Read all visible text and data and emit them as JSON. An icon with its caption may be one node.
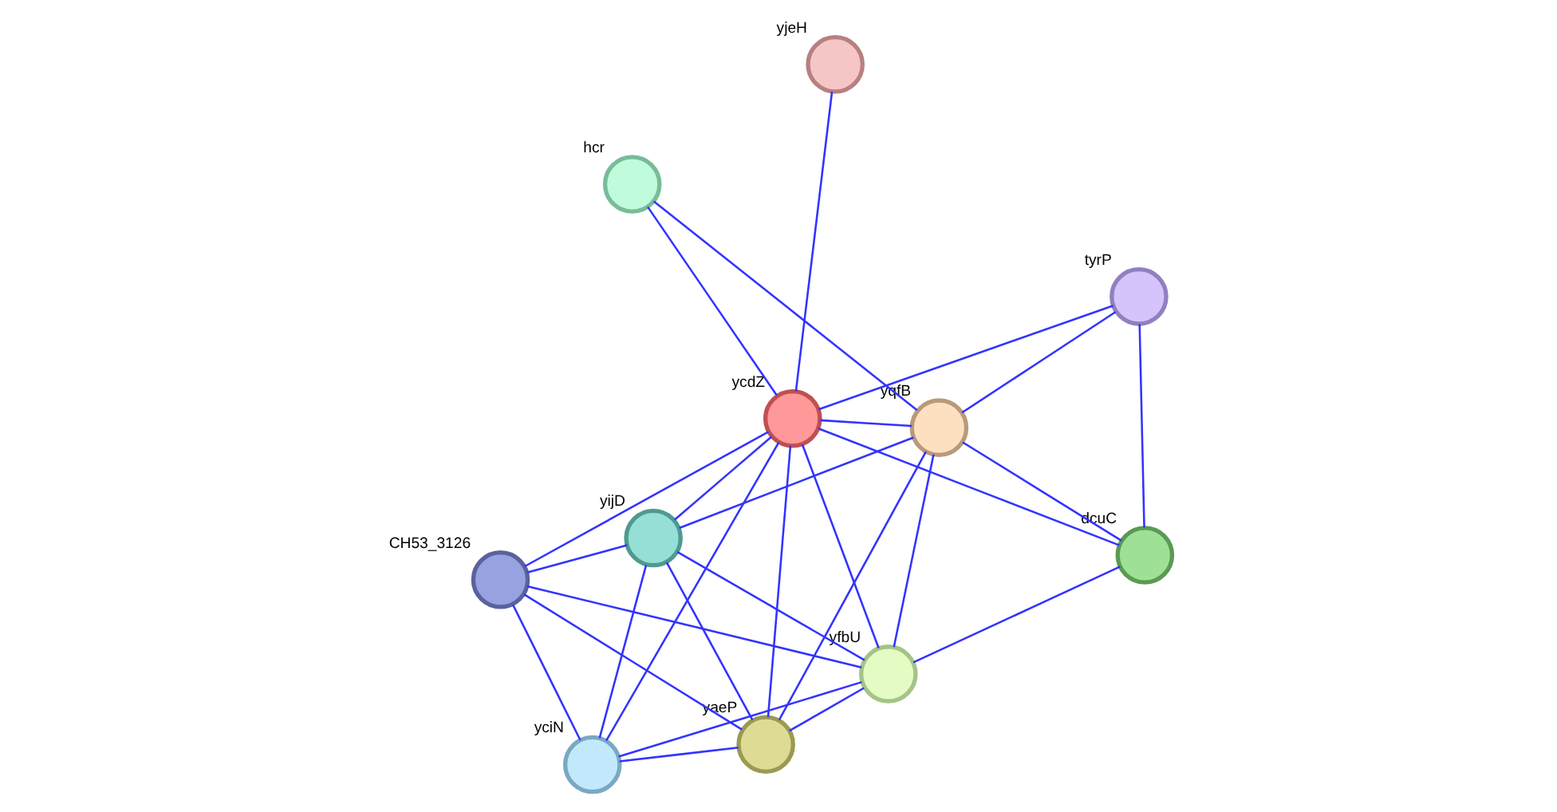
{
  "diagram": {
    "nodes": [
      {
        "text": [],
        "shape": "circle",
        "beside": [
          "CH53_3126"
        ]
      },
      {
        "text": [],
        "shape": "circle",
        "beside": [
          "yciN"
        ]
      },
      {
        "text": [],
        "shape": "circle",
        "beside": [
          "yaeP"
        ]
      },
      {
        "text": [],
        "shape": "circle",
        "beside": [
          "yijD"
        ]
      },
      {
        "text": [],
        "shape": "circle",
        "beside": [
          "yfbU"
        ]
      },
      {
        "text": [],
        "shape": "circle",
        "beside": [
          "ycdZ"
        ]
      },
      {
        "text": [],
        "shape": "circle",
        "beside": [
          "yjeH"
        ]
      },
      {
        "text": [],
        "shape": "circle",
        "beside": [
          "hcr"
        ]
      },
      {
        "text": [],
        "shape": "circle",
        "beside": [
          "yqfB"
        ]
      },
      {
        "text": [],
        "shape": "circle",
        "beside": [
          "dcuC"
        ]
      },
      {
        "text": [],
        "shape": "circle",
        "beside": [
          "tyrP"
        ]
      }
    ],
    "edges": [
      {
        "from": 0,
        "to": 1,
        "arrow": "none"
      },
      {
        "from": 0,
        "to": 2,
        "arrow": "none"
      },
      {
        "from": 0,
        "to": 4,
        "arrow": "none"
      },
      {
        "from": 0,
        "to": 5,
        "arrow": "none"
      },
      {
        "from": 0,
        "to": 3,
        "arrow": "none"
      },
      {
        "from": 1,
        "to": 2,
        "arrow": "none"
      },
      {
        "from": 1,
        "to": 4,
        "arrow": "none"
      },
      {
        "from": 1,
        "to": 3,
        "arrow": "none"
      },
      {
        "from": 1,
        "to": 5,
        "arrow": "none"
      },
      {
        "from": 2,
        "to": 3,
        "arrow": "none"
      },
      {
        "from": 2,
        "to": 4,
        "arrow": "none"
      },
      {
        "from": 2,
        "to": 5,
        "arrow": "none"
      },
      {
        "from": 2,
        "to": 8,
        "arrow": "none"
      },
      {
        "from": 4,
        "to": 3,
        "arrow": "none"
      },
      {
        "from": 4,
        "to": 5,
        "arrow": "none"
      },
      {
        "from": 4,
        "to": 8,
        "arrow": "none"
      },
      {
        "from": 4,
        "to": 9,
        "arrow": "none"
      },
      {
        "from": 3,
        "to": 5,
        "arrow": "none"
      },
      {
        "from": 3,
        "to": 8,
        "arrow": "none"
      },
      {
        "from": 5,
        "to": 8,
        "arrow": "none"
      },
      {
        "from": 5,
        "to": 6,
        "arrow": "none"
      },
      {
        "from": 5,
        "to": 7,
        "arrow": "none"
      },
      {
        "from": 5,
        "to": 9,
        "arrow": "none"
      },
      {
        "from": 5,
        "to": 10,
        "arrow": "none"
      },
      {
        "from": 7,
        "to": 8,
        "arrow": "none"
      },
      {
        "from": 8,
        "to": 10,
        "arrow": "none"
      },
      {
        "from": 8,
        "to": 9,
        "arrow": "none"
      },
      {
        "from": 10,
        "to": 9,
        "arrow": "none"
      }
    ]
  }
}
